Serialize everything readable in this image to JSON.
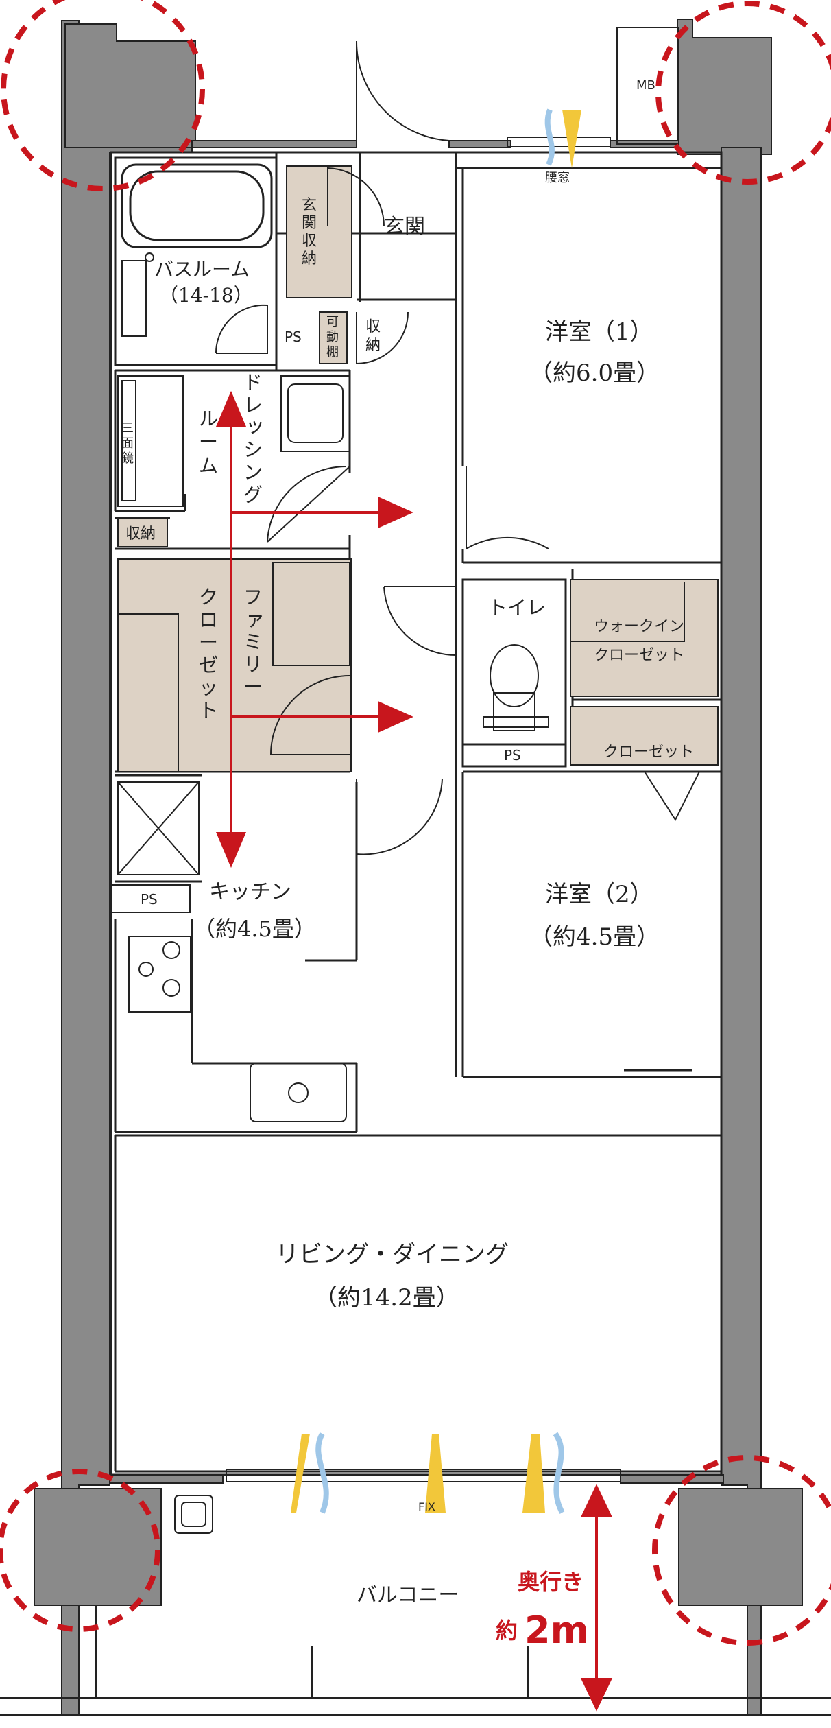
{
  "rooms": {
    "entrance": "玄関",
    "entrance_storage": [
      "玄",
      "関",
      "収",
      "納"
    ],
    "bathroom": "バスルーム",
    "bathroom_size": "（14-18）",
    "ps1": "PS",
    "movable_shelf": [
      "可",
      "動",
      "棚"
    ],
    "storage_small": [
      "収",
      "納"
    ],
    "dressing": [
      "ド",
      "レ",
      "ッ",
      "シ",
      "ン",
      "グ"
    ],
    "dressing2": [
      "ル",
      "ー",
      "ム"
    ],
    "mirror": [
      "三",
      "面",
      "鏡"
    ],
    "storage2": "収納",
    "family": [
      "フ",
      "ァ",
      "ミ",
      "リ",
      "ー"
    ],
    "closet_v": [
      "ク",
      "ロ",
      "ー",
      "ゼ",
      "ッ",
      "ト"
    ],
    "western1": "洋室（1）",
    "western1_size": "（約6.0畳）",
    "waist_window": "腰窓",
    "mb": "MB",
    "toilet": "トイレ",
    "walkin": "ウォークイン",
    "walkin_closet": "クローゼット",
    "ps2": "PS",
    "closet": "クローゼット",
    "kitchen": "キッチン",
    "kitchen_size": "（約4.5畳）",
    "ps3": "PS",
    "western2": "洋室（2）",
    "western2_size": "（約4.5畳）",
    "living": "リビング・ダイニング",
    "living_size": "（約14.2畳）",
    "fix": "FIX",
    "balcony": "バルコニー",
    "depth_label": "奥行き",
    "depth_prefix": "約",
    "depth_value": "2m"
  },
  "colors": {
    "wall": "#8a8a8a",
    "storage": "#ddd2c5",
    "line": "#222222",
    "arrow": "#c8161d",
    "circle": "#c8161d",
    "sun": "#f2c73a",
    "wind": "#9fc7e8"
  }
}
